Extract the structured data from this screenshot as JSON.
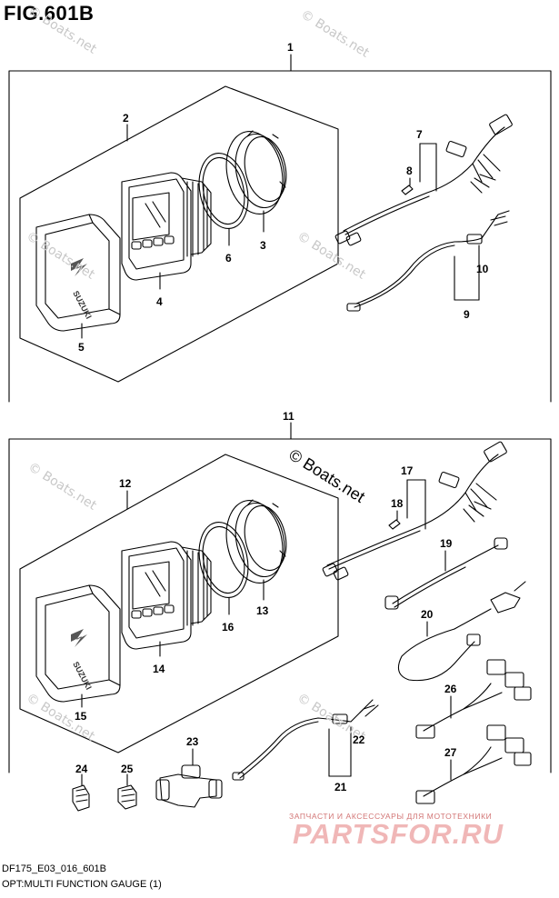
{
  "figure": {
    "title": "FIG.601B",
    "code": "DF175_E03_016_601B",
    "caption": "OPT:MULTI FUNCTION GAUGE (1)"
  },
  "watermarks": {
    "main": "© Boats.net",
    "faint": "© Boats.net"
  },
  "shop": {
    "tagline": "ЗАПЧАСТИ И АКСЕССУАРЫ ДЛЯ МОТОТЕХНИКИ",
    "logo": "PARTSFOR.RU",
    "logo_color": "#f0b7b7"
  },
  "brand_mark": "SUZUKI",
  "callouts": [
    "1",
    "2",
    "3",
    "4",
    "5",
    "6",
    "7",
    "8",
    "9",
    "10",
    "11",
    "12",
    "13",
    "14",
    "15",
    "16",
    "17",
    "18",
    "19",
    "20",
    "21",
    "22",
    "23",
    "24",
    "25",
    "26",
    "27"
  ]
}
